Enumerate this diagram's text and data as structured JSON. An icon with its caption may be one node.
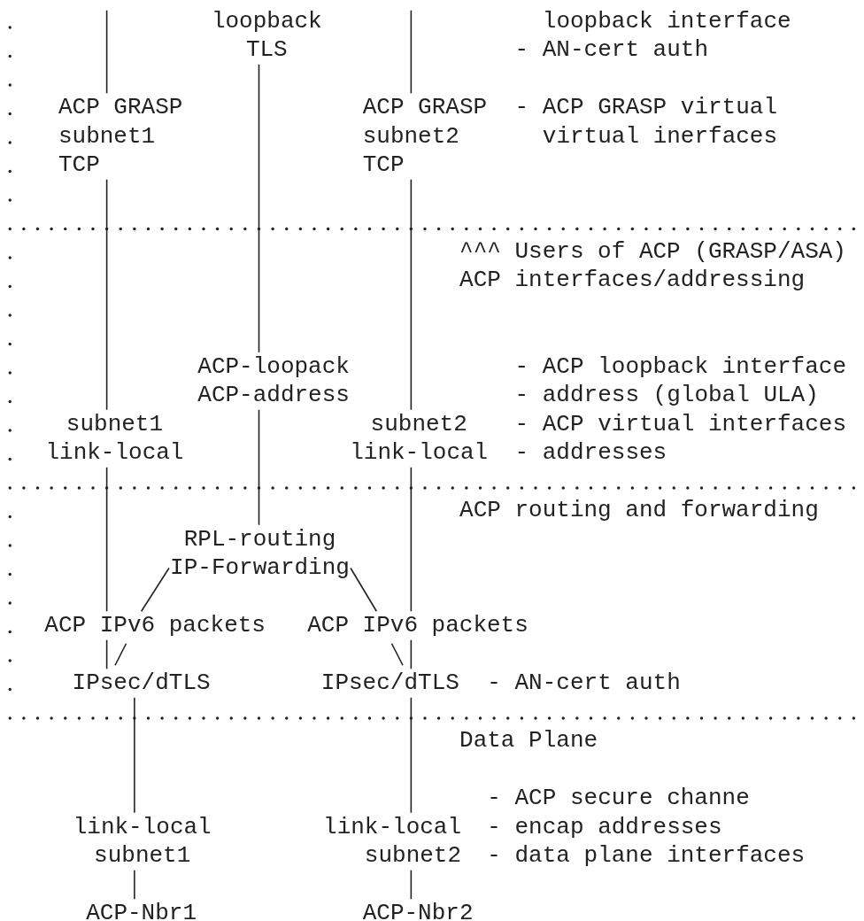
{
  "diagram": {
    "nodes": [
      {
        "text": [
          "loopback TLS"
        ]
      },
      {
        "text": [
          "ACP GRASP subnet1 TCP"
        ]
      },
      {
        "text": [
          "ACP GRASP subnet2 TCP"
        ]
      },
      {
        "text": [
          "ACP-loopack ACP-address"
        ]
      },
      {
        "text": [
          "subnet1 link-local"
        ]
      },
      {
        "text": [
          "subnet2 link-local"
        ]
      },
      {
        "text": [
          "RPL-routing IP-Forwarding"
        ]
      },
      {
        "text": [
          "ACP IPv6 packets"
        ]
      },
      {
        "text": [
          "ACP IPv6 packets"
        ]
      },
      {
        "text": [
          "IPsec/dTLS"
        ]
      },
      {
        "text": [
          "IPsec/dTLS"
        ]
      },
      {
        "text": [
          "link-local subnet1"
        ]
      },
      {
        "text": [
          "link-local subnet2"
        ]
      },
      {
        "text": [
          "ACP-Nbr1"
        ]
      },
      {
        "text": [
          "ACP-Nbr2"
        ]
      }
    ],
    "edges": [
      {
        "from": null,
        "to": 1,
        "arrow": "none"
      },
      {
        "from": null,
        "to": 2,
        "arrow": "none"
      },
      {
        "from": 0,
        "to": 3,
        "arrow": "none"
      },
      {
        "from": 1,
        "to": 4,
        "arrow": "none"
      },
      {
        "from": 2,
        "to": 5,
        "arrow": "none"
      },
      {
        "from": 3,
        "to": 6,
        "arrow": "none"
      },
      {
        "from": 4,
        "to": 7,
        "arrow": "none"
      },
      {
        "from": 5,
        "to": 8,
        "arrow": "none"
      },
      {
        "from": 6,
        "to": 7,
        "arrow": "none"
      },
      {
        "from": 6,
        "to": 8,
        "arrow": "none"
      },
      {
        "from": 7,
        "to": 9,
        "arrow": "none"
      },
      {
        "from": 8,
        "to": 10,
        "arrow": "none"
      },
      {
        "from": 9,
        "to": 11,
        "arrow": "none"
      },
      {
        "from": 10,
        "to": 12,
        "arrow": "none"
      },
      {
        "from": 11,
        "to": 13,
        "arrow": "none"
      },
      {
        "from": 12,
        "to": 14,
        "arrow": "none"
      }
    ],
    "labels": [
      "loopback interface",
      "- AN-cert auth",
      "- ACP GRASP virtual",
      "virtual inerfaces",
      "^^^ Users of ACP (GRASP/ASA)",
      "ACP interfaces/addressing",
      "- ACP loopback interface",
      "- address (global ULA)",
      "- ACP virtual interfaces",
      "- addresses",
      "ACP routing and forwarding",
      "- AN-cert auth",
      "Data Plane",
      "- ACP secure channe",
      "- encap addresses",
      "- data plane interfaces"
    ]
  }
}
